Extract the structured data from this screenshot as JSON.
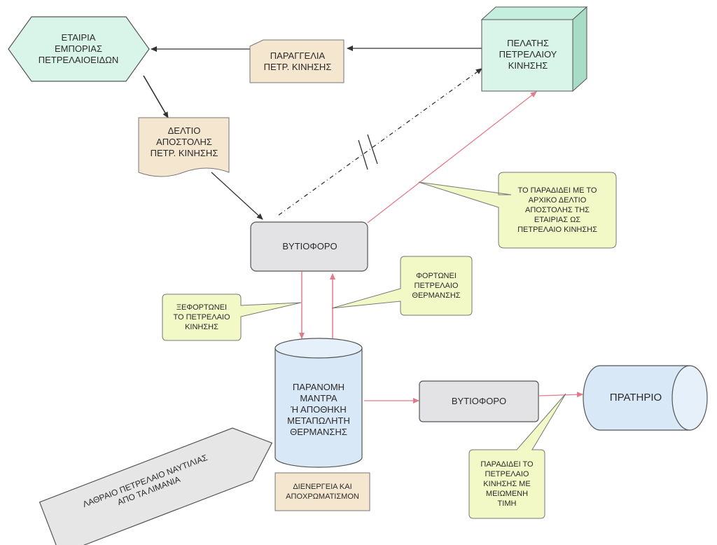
{
  "nodes": {
    "company": {
      "label": "ΕΤΑΙΡΙΑ\nΕΜΠΟΡΙΑΣ\nΠΕΤΡΕΛΑΙΟΕΙΔΩΝ"
    },
    "order": {
      "label": "ΠΑΡΑΓΓΕΛΙΑ\nΠΕΤΡ. ΚΙΝΗΣΗΣ"
    },
    "customer": {
      "label": "ΠΕΛΑΤΗΣ\nΠΕΤΡΕΛΑΙΟΥ\nΚΙΝΗΣΗΣ"
    },
    "delivery_note": {
      "label": "ΔΕΛΤΙΟ\nΑΠΟΣΤΟΛΗΣ\nΠΕΤΡ. ΚΙΝΗΣΗΣ"
    },
    "tanker_top": {
      "label": "ΒΥΤΙΟΦΟΡΟ"
    },
    "depot": {
      "label": "ΠΑΡΑΝΟΜΗ\nΜΑΝΤΡΑ\nΉ ΑΠΟΘΗΚΗ\nΜΕΤΑΠΩΛΗΤΗ\nΘΕΡΜΑΝΣΗΣ"
    },
    "tanker_bottom": {
      "label": "ΒΥΤΙΟΦΟΡΟ"
    },
    "station": {
      "label": "ΠΡΑΤΗΡΙΟ"
    },
    "processing": {
      "label": "ΔΙΕΝΕΡΓΕΙΑ ΚΑΙ\nΑΠΟΧΡΩΜΑΤΙΣΜΟΝ"
    },
    "smuggled": {
      "label": "ΛΑΘΡΑΙΟ ΠΕΤΡΕΛΑΙΟ ΝΑΥΤΙΛΙΑΣ\nΑΠΟ ΤΑ ΛΙΜΑΝΙΑ"
    }
  },
  "callouts": {
    "delivers_original": "ΤΟ ΠΑΡΑΔΙΔΕΙ ΜΕ ΤΟ\nΑΡΧΙΚΟ ΔΕΛΤΙΟ\nΑΠΟΣΤΟΛΗΣ ΤΗΣ\nΕΤΑΙΡΙΑΣ ΩΣ\nΠΕΤΡΕΛΑΙΟ ΚΙΝΗΣΗΣ",
    "loads_heating": "ΦΟΡΤΩΝΕΙ\nΠΕΤΡΕΛΑΙΟ\nΘΕΡΜΑΝΣΗΣ",
    "unloads": "ΞΕΦΟΡΤΩΝΕΙ\nΤΟ ΠΕΤΡΕΛΑΙΟ\nΚΙΝΗΣΗΣ",
    "delivers_reduced": "ΠΑΡΑΔΙΔΕΙ ΤΟ\nΠΕΤΡΕΛΑΙΟ\nΚΙΝΗΣΗΣ ΜΕ\nΜΕΙΩΜΕΝΗ\nΤΙΜΗ"
  },
  "colors": {
    "mint": "#d9f5ea",
    "tan": "#f5e6cf",
    "grey_box": "#e3e3e6",
    "callout": "#f2f8c6",
    "cylinder": "#d8e8f7",
    "flow_red": "#e07c8a",
    "flow_dark": "#333333"
  }
}
